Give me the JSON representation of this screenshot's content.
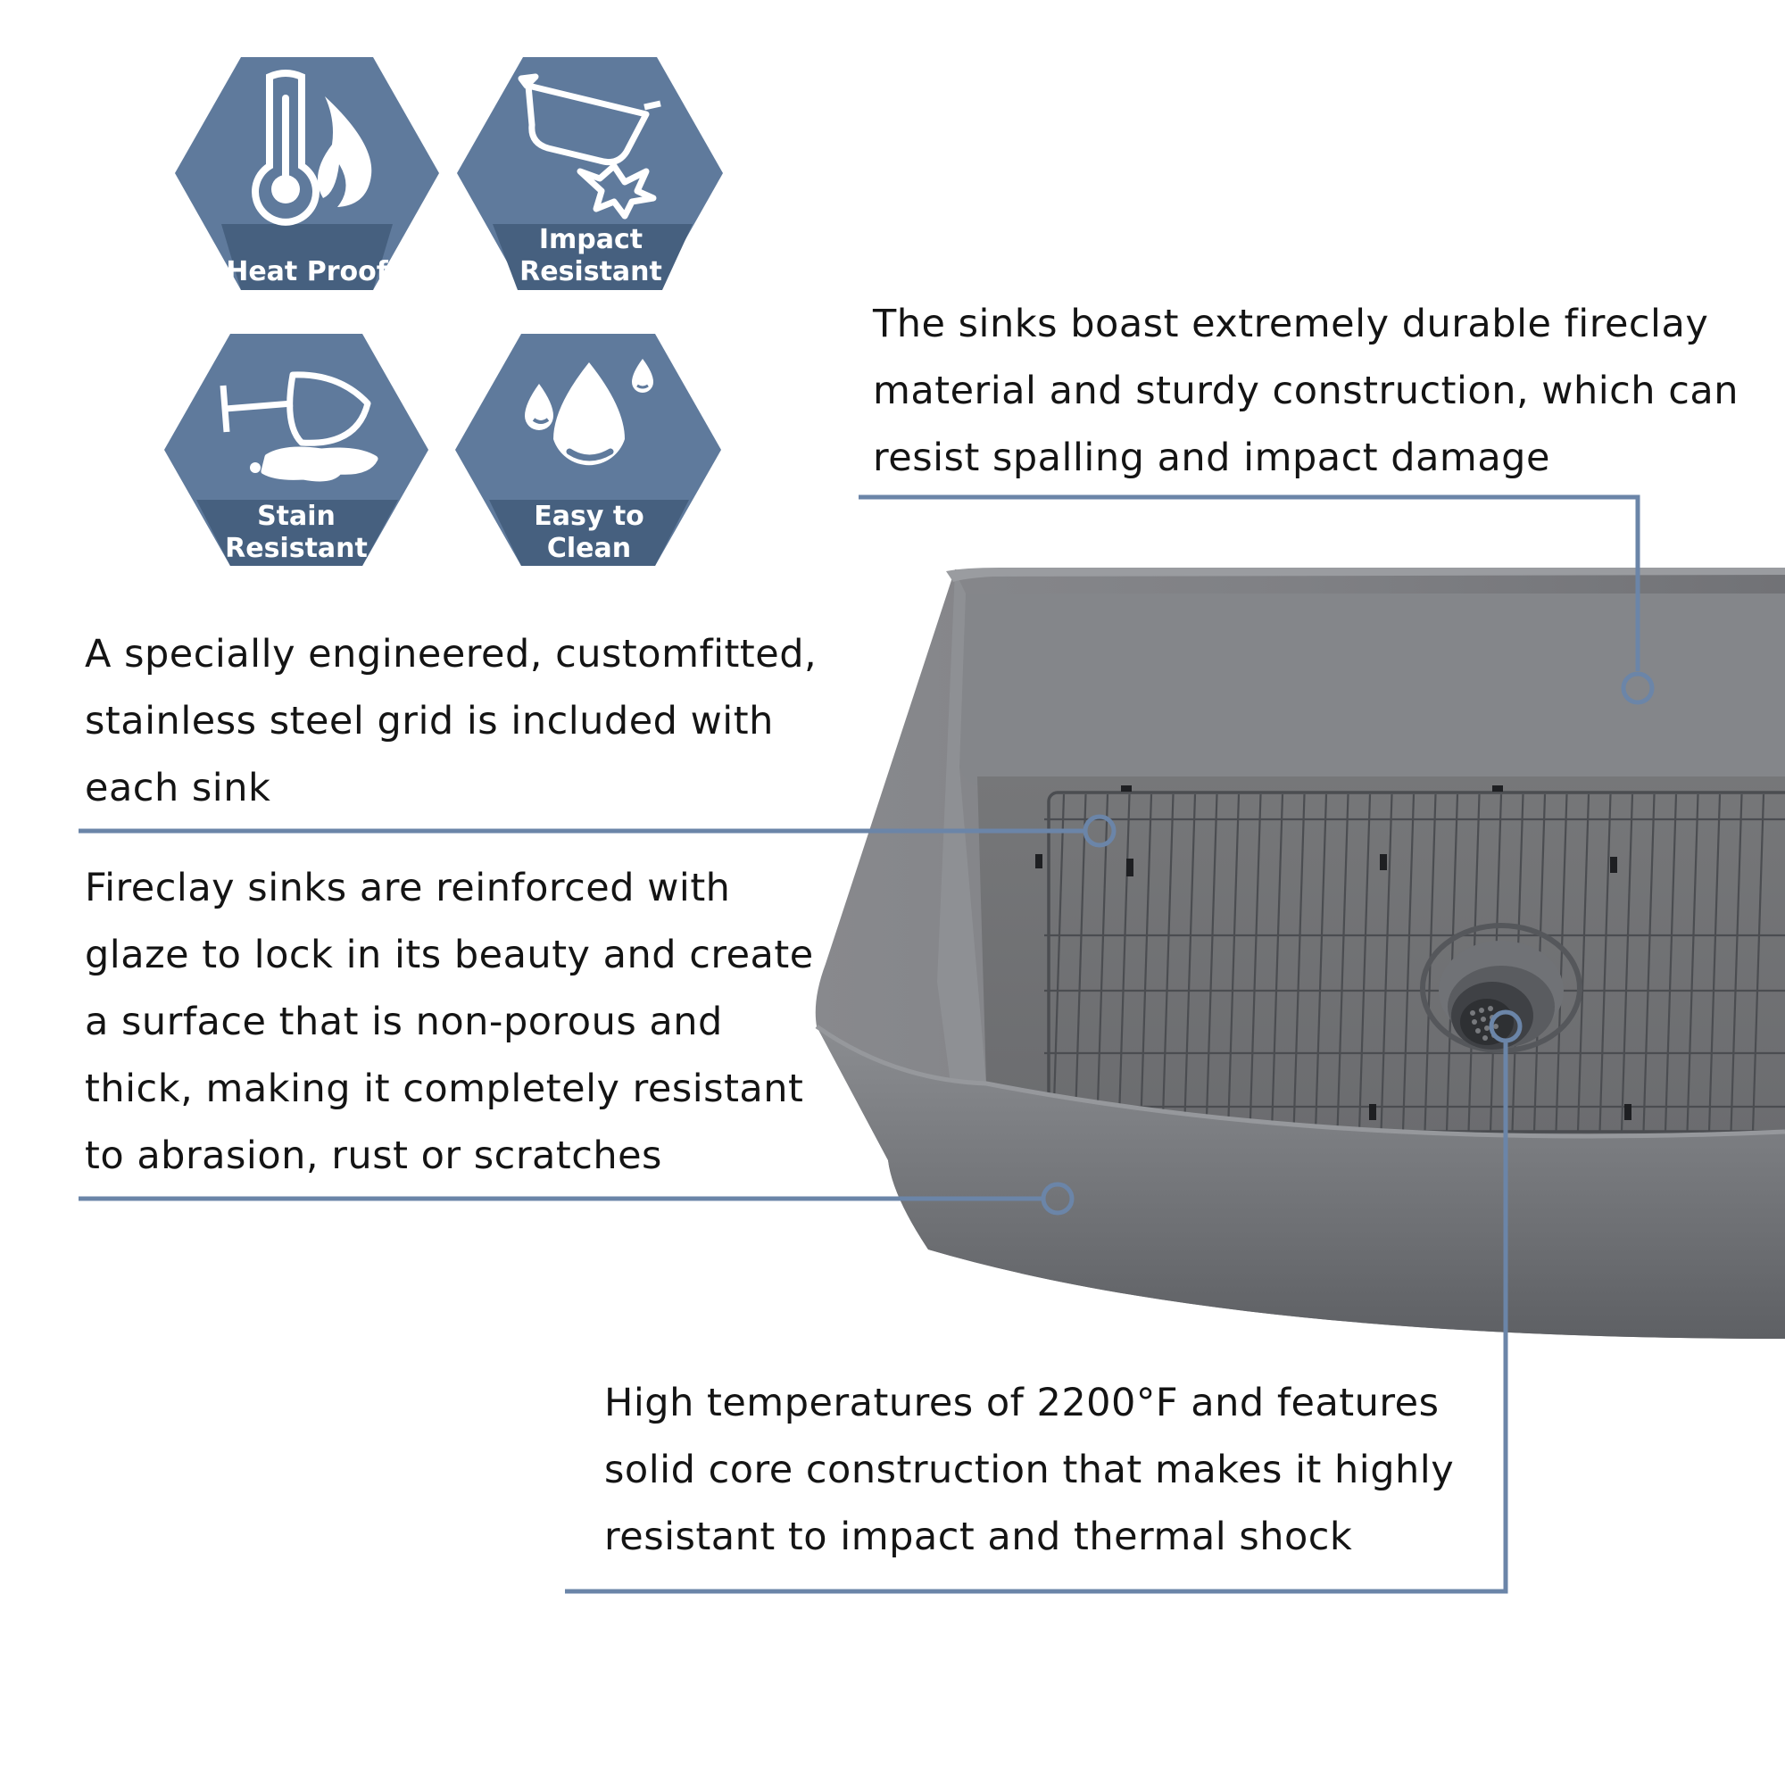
{
  "badges": [
    {
      "icon": "thermometer-flame-icon",
      "lines": [
        "Heat Proof"
      ]
    },
    {
      "icon": "pot-impact-icon",
      "lines": [
        "Impact",
        "Resistant"
      ]
    },
    {
      "icon": "spilled-wine-glass-icon",
      "lines": [
        "Stain",
        "Resistant"
      ]
    },
    {
      "icon": "water-drops-icon",
      "lines": [
        "Easy to",
        "Clean"
      ]
    }
  ],
  "callouts": {
    "material": {
      "lines": [
        "The sinks boast extremely durable fireclay",
        "material and sturdy construction, which can",
        "resist spalling and impact damage"
      ]
    },
    "grid": {
      "lines": [
        "A specially engineered, customfitted,",
        "stainless steel grid is included with",
        "each sink"
      ]
    },
    "glaze": {
      "lines": [
        "Fireclay sinks are reinforced with",
        "glaze to lock in its beauty and create",
        "a surface that is non-porous and",
        "thick, making it completely resistant",
        "to abrasion, rust or scratches"
      ]
    },
    "temperature": {
      "lines": [
        "High temperatures of 2200°F and features",
        "solid core construction that makes it highly",
        "resistant to impact and thermal shock"
      ]
    }
  },
  "colors": {
    "badge_fill": "#5f7a9c",
    "badge_band": "#46607f",
    "callout_line": "#6b85a8",
    "sink_gray": "#7f8185"
  }
}
